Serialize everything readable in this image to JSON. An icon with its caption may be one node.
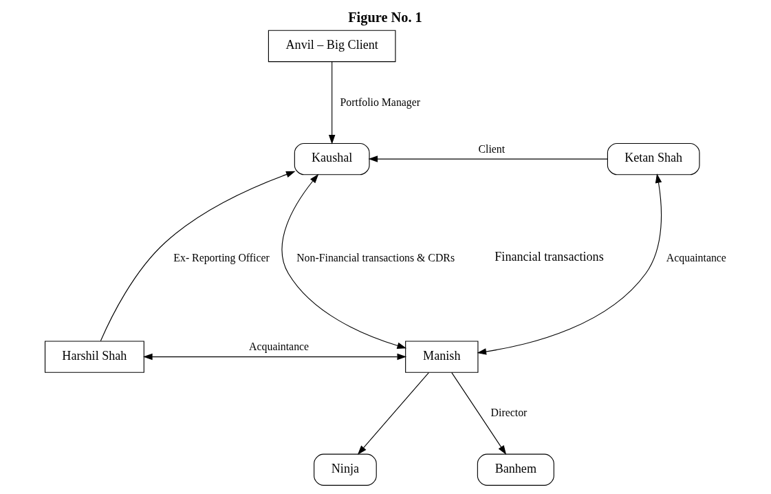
{
  "diagram": {
    "title": "Figure No. 1",
    "nodes": [
      {
        "text": [
          "Anvil – Big Client"
        ]
      },
      {
        "text": [
          "Kaushal"
        ]
      },
      {
        "text": [
          "Ketan Shah"
        ]
      },
      {
        "text": [
          "Harshil Shah"
        ]
      },
      {
        "text": [
          "Manish"
        ]
      },
      {
        "text": [
          "Ninja"
        ]
      },
      {
        "text": [
          "Banhem"
        ]
      }
    ],
    "edges": [
      {
        "from": 0,
        "to": 1,
        "arrow": "to",
        "label": "Portfolio Manager"
      },
      {
        "from": 2,
        "to": 1,
        "arrow": "to",
        "label": "Client"
      },
      {
        "from": 3,
        "to": 1,
        "arrow": "to",
        "label": "Ex- Reporting Officer"
      },
      {
        "from": 1,
        "to": 4,
        "arrow": "both",
        "label": "Non-Financial transactions & CDRs"
      },
      {
        "from": 4,
        "to": 2,
        "arrow": "both",
        "label": "Acquaintance"
      },
      {
        "from": 3,
        "to": 4,
        "arrow": "both",
        "label": "Acquaintance"
      },
      {
        "from": 4,
        "to": 5,
        "arrow": "to"
      },
      {
        "from": 4,
        "to": 6,
        "arrow": "to",
        "label": "Director"
      }
    ],
    "labels": [
      "Financial transactions"
    ]
  }
}
